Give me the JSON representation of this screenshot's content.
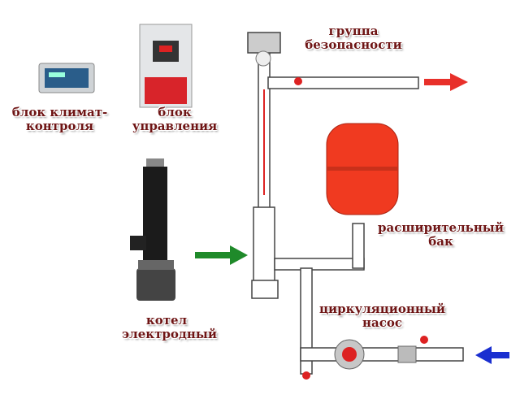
{
  "labels": {
    "safety_group": [
      "группа",
      "безопасности"
    ],
    "climate_block": [
      "блок климат-",
      "контроля"
    ],
    "control_block": [
      "блок",
      "управления"
    ],
    "expansion_tank": [
      "расширительный",
      "бак"
    ],
    "boiler": [
      "котел",
      "электродный"
    ],
    "pump": [
      "циркуляционный",
      "насос"
    ]
  },
  "colors": {
    "label": "#6e1414",
    "tank": "#f03a20",
    "arrow_out": "#e8302a",
    "arrow_in": "#1a2fd0",
    "arrow_boiler": "#1f8a2a"
  }
}
